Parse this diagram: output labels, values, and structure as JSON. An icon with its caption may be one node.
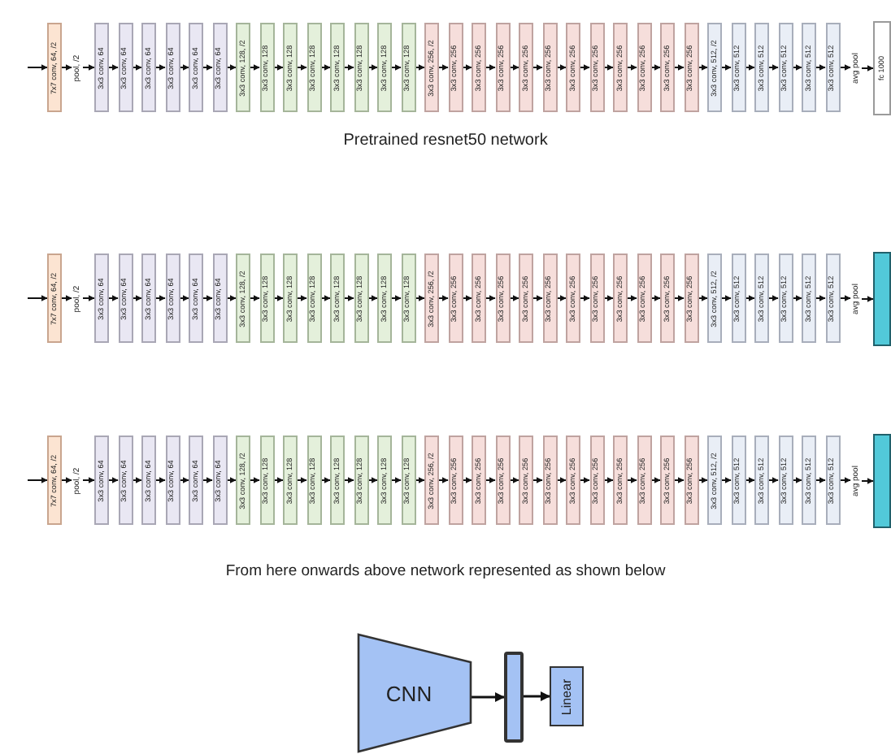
{
  "diagram": {
    "nodes": [
      {
        "text": [
          "7x7 conv, 64, /2"
        ]
      },
      {
        "text": [
          "pool, /2"
        ]
      },
      {
        "text": [
          "3x3 conv, 64"
        ]
      },
      {
        "text": [
          "3x3 conv, 64"
        ]
      },
      {
        "text": [
          "3x3 conv, 64"
        ]
      },
      {
        "text": [
          "3x3 conv, 64"
        ]
      },
      {
        "text": [
          "3x3 conv, 64"
        ]
      },
      {
        "text": [
          "3x3 conv, 64"
        ]
      },
      {
        "text": [
          "3x3 conv, 128, /2"
        ]
      },
      {
        "text": [
          "3x3 conv, 128"
        ]
      },
      {
        "text": [
          "3x3 conv, 128"
        ]
      },
      {
        "text": [
          "3x3 conv, 128"
        ]
      },
      {
        "text": [
          "3x3 conv, 128"
        ]
      },
      {
        "text": [
          "3x3 conv, 128"
        ]
      },
      {
        "text": [
          "3x3 conv, 128"
        ]
      },
      {
        "text": [
          "3x3 conv, 128"
        ]
      },
      {
        "text": [
          "3x3 conv, 256, /2"
        ]
      },
      {
        "text": [
          "3x3 conv, 256"
        ]
      },
      {
        "text": [
          "3x3 conv, 256"
        ]
      },
      {
        "text": [
          "3x3 conv, 256"
        ]
      },
      {
        "text": [
          "3x3 conv, 256"
        ]
      },
      {
        "text": [
          "3x3 conv, 256"
        ]
      },
      {
        "text": [
          "3x3 conv, 256"
        ]
      },
      {
        "text": [
          "3x3 conv, 256"
        ]
      },
      {
        "text": [
          "3x3 conv, 256"
        ]
      },
      {
        "text": [
          "3x3 conv, 256"
        ]
      },
      {
        "text": [
          "3x3 conv, 256"
        ]
      },
      {
        "text": [
          "3x3 conv, 256"
        ]
      },
      {
        "text": [
          "3x3 conv, 512, /2"
        ]
      },
      {
        "text": [
          "3x3 conv, 512"
        ]
      },
      {
        "text": [
          "3x3 conv, 512"
        ]
      },
      {
        "text": [
          "3x3 conv, 512"
        ]
      },
      {
        "text": [
          "3x3 conv, 512"
        ]
      },
      {
        "text": [
          "3x3 conv, 512"
        ]
      },
      {
        "text": [
          "avg pool"
        ]
      },
      {
        "text": [
          "fc 1000"
        ]
      },
      {
        "text": [
          "7x7 conv, 64, /2"
        ]
      },
      {
        "text": [
          "pool, /2"
        ]
      },
      {
        "text": [
          "3x3 conv, 64"
        ]
      },
      {
        "text": [
          "3x3 conv, 64"
        ]
      },
      {
        "text": [
          "3x3 conv, 64"
        ]
      },
      {
        "text": [
          "3x3 conv, 64"
        ]
      },
      {
        "text": [
          "3x3 conv, 64"
        ]
      },
      {
        "text": [
          "3x3 conv, 64"
        ]
      },
      {
        "text": [
          "3x3 conv, 128, /2"
        ]
      },
      {
        "text": [
          "3x3 conv, 128"
        ]
      },
      {
        "text": [
          "3x3 conv, 128"
        ]
      },
      {
        "text": [
          "3x3 conv, 128"
        ]
      },
      {
        "text": [
          "3x3 conv, 128"
        ]
      },
      {
        "text": [
          "3x3 conv, 128"
        ]
      },
      {
        "text": [
          "3x3 conv, 128"
        ]
      },
      {
        "text": [
          "3x3 conv, 128"
        ]
      },
      {
        "text": [
          "3x3 conv, 256, /2"
        ]
      },
      {
        "text": [
          "3x3 conv, 256"
        ]
      },
      {
        "text": [
          "3x3 conv, 256"
        ]
      },
      {
        "text": [
          "3x3 conv, 256"
        ]
      },
      {
        "text": [
          "3x3 conv, 256"
        ]
      },
      {
        "text": [
          "3x3 conv, 256"
        ]
      },
      {
        "text": [
          "3x3 conv, 256"
        ]
      },
      {
        "text": [
          "3x3 conv, 256"
        ]
      },
      {
        "text": [
          "3x3 conv, 256"
        ]
      },
      {
        "text": [
          "3x3 conv, 256"
        ]
      },
      {
        "text": [
          "3x3 conv, 256"
        ]
      },
      {
        "text": [
          "3x3 conv, 256"
        ]
      },
      {
        "text": [
          "3x3 conv, 512, /2"
        ]
      },
      {
        "text": [
          "3x3 conv, 512"
        ]
      },
      {
        "text": [
          "3x3 conv, 512"
        ]
      },
      {
        "text": [
          "3x3 conv, 512"
        ]
      },
      {
        "text": [
          "3x3 conv, 512"
        ]
      },
      {
        "text": [
          "3x3 conv, 512"
        ]
      },
      {
        "text": [
          "avg pool"
        ]
      },
      {
        "text": [],
        "shape": "box"
      },
      {
        "text": [
          "7x7 conv, 64, /2"
        ]
      },
      {
        "text": [
          "pool, /2"
        ]
      },
      {
        "text": [
          "3x3 conv, 64"
        ]
      },
      {
        "text": [
          "3x3 conv, 64"
        ]
      },
      {
        "text": [
          "3x3 conv, 64"
        ]
      },
      {
        "text": [
          "3x3 conv, 64"
        ]
      },
      {
        "text": [
          "3x3 conv, 64"
        ]
      },
      {
        "text": [
          "3x3 conv, 64"
        ]
      },
      {
        "text": [
          "3x3 conv, 128, /2"
        ]
      },
      {
        "text": [
          "3x3 conv, 128"
        ]
      },
      {
        "text": [
          "3x3 conv, 128"
        ]
      },
      {
        "text": [
          "3x3 conv, 128"
        ]
      },
      {
        "text": [
          "3x3 conv, 128"
        ]
      },
      {
        "text": [
          "3x3 conv, 128"
        ]
      },
      {
        "text": [
          "3x3 conv, 128"
        ]
      },
      {
        "text": [
          "3x3 conv, 128"
        ]
      },
      {
        "text": [
          "3x3 conv, 256, /2"
        ]
      },
      {
        "text": [
          "3x3 conv, 256"
        ]
      },
      {
        "text": [
          "3x3 conv, 256"
        ]
      },
      {
        "text": [
          "3x3 conv, 256"
        ]
      },
      {
        "text": [
          "3x3 conv, 256"
        ]
      },
      {
        "text": [
          "3x3 conv, 256"
        ]
      },
      {
        "text": [
          "3x3 conv, 256"
        ]
      },
      {
        "text": [
          "3x3 conv, 256"
        ]
      },
      {
        "text": [
          "3x3 conv, 256"
        ]
      },
      {
        "text": [
          "3x3 conv, 256"
        ]
      },
      {
        "text": [
          "3x3 conv, 256"
        ]
      },
      {
        "text": [
          "3x3 conv, 256"
        ]
      },
      {
        "text": [
          "3x3 conv, 512, /2"
        ]
      },
      {
        "text": [
          "3x3 conv, 512"
        ]
      },
      {
        "text": [
          "3x3 conv, 512"
        ]
      },
      {
        "text": [
          "3x3 conv, 512"
        ]
      },
      {
        "text": [
          "3x3 conv, 512"
        ]
      },
      {
        "text": [
          "3x3 conv, 512"
        ]
      },
      {
        "text": [
          "avg pool"
        ]
      },
      {
        "text": [],
        "shape": "box"
      },
      {
        "text": [
          "CNN"
        ]
      },
      {
        "text": [],
        "shape": "bar"
      },
      {
        "text": [
          "Linear"
        ]
      }
    ],
    "edges": [
      {
        "from": null,
        "to": 0,
        "arrow": "to"
      },
      {
        "from": 0,
        "to": 1,
        "arrow": "to"
      },
      {
        "from": 1,
        "to": 2,
        "arrow": "to"
      },
      {
        "from": 2,
        "to": 3,
        "arrow": "to"
      },
      {
        "from": 3,
        "to": 4,
        "arrow": "to"
      },
      {
        "from": 4,
        "to": 5,
        "arrow": "to"
      },
      {
        "from": 5,
        "to": 6,
        "arrow": "to"
      },
      {
        "from": 6,
        "to": 7,
        "arrow": "to"
      },
      {
        "from": 7,
        "to": 8,
        "arrow": "to"
      },
      {
        "from": 8,
        "to": 9,
        "arrow": "to"
      },
      {
        "from": 9,
        "to": 10,
        "arrow": "to"
      },
      {
        "from": 10,
        "to": 11,
        "arrow": "to"
      },
      {
        "from": 11,
        "to": 12,
        "arrow": "to"
      },
      {
        "from": 12,
        "to": 13,
        "arrow": "to"
      },
      {
        "from": 13,
        "to": 14,
        "arrow": "to"
      },
      {
        "from": 14,
        "to": 15,
        "arrow": "to"
      },
      {
        "from": 15,
        "to": 16,
        "arrow": "to"
      },
      {
        "from": 16,
        "to": 17,
        "arrow": "to"
      },
      {
        "from": 17,
        "to": 18,
        "arrow": "to"
      },
      {
        "from": 18,
        "to": 19,
        "arrow": "to"
      },
      {
        "from": 19,
        "to": 20,
        "arrow": "to"
      },
      {
        "from": 20,
        "to": 21,
        "arrow": "to"
      },
      {
        "from": 21,
        "to": 22,
        "arrow": "to"
      },
      {
        "from": 22,
        "to": 23,
        "arrow": "to"
      },
      {
        "from": 23,
        "to": 24,
        "arrow": "to"
      },
      {
        "from": 24,
        "to": 25,
        "arrow": "to"
      },
      {
        "from": 25,
        "to": 26,
        "arrow": "to"
      },
      {
        "from": 26,
        "to": 27,
        "arrow": "to"
      },
      {
        "from": 27,
        "to": 28,
        "arrow": "to"
      },
      {
        "from": 28,
        "to": 29,
        "arrow": "to"
      },
      {
        "from": 29,
        "to": 30,
        "arrow": "to"
      },
      {
        "from": 30,
        "to": 31,
        "arrow": "to"
      },
      {
        "from": 31,
        "to": 32,
        "arrow": "to"
      },
      {
        "from": 32,
        "to": 33,
        "arrow": "to"
      },
      {
        "from": 33,
        "to": 34,
        "arrow": "to"
      },
      {
        "from": 34,
        "to": 35,
        "arrow": "to"
      },
      {
        "from": null,
        "to": 36,
        "arrow": "to"
      },
      {
        "from": 36,
        "to": 37,
        "arrow": "to"
      },
      {
        "from": 37,
        "to": 38,
        "arrow": "to"
      },
      {
        "from": 38,
        "to": 39,
        "arrow": "to"
      },
      {
        "from": 39,
        "to": 40,
        "arrow": "to"
      },
      {
        "from": 40,
        "to": 41,
        "arrow": "to"
      },
      {
        "from": 41,
        "to": 42,
        "arrow": "to"
      },
      {
        "from": 42,
        "to": 43,
        "arrow": "to"
      },
      {
        "from": 43,
        "to": 44,
        "arrow": "to"
      },
      {
        "from": 44,
        "to": 45,
        "arrow": "to"
      },
      {
        "from": 45,
        "to": 46,
        "arrow": "to"
      },
      {
        "from": 46,
        "to": 47,
        "arrow": "to"
      },
      {
        "from": 47,
        "to": 48,
        "arrow": "to"
      },
      {
        "from": 48,
        "to": 49,
        "arrow": "to"
      },
      {
        "from": 49,
        "to": 50,
        "arrow": "to"
      },
      {
        "from": 50,
        "to": 51,
        "arrow": "to"
      },
      {
        "from": 51,
        "to": 52,
        "arrow": "to"
      },
      {
        "from": 52,
        "to": 53,
        "arrow": "to"
      },
      {
        "from": 53,
        "to": 54,
        "arrow": "to"
      },
      {
        "from": 54,
        "to": 55,
        "arrow": "to"
      },
      {
        "from": 55,
        "to": 56,
        "arrow": "to"
      },
      {
        "from": 56,
        "to": 57,
        "arrow": "to"
      },
      {
        "from": 57,
        "to": 58,
        "arrow": "to"
      },
      {
        "from": 58,
        "to": 59,
        "arrow": "to"
      },
      {
        "from": 59,
        "to": 60,
        "arrow": "to"
      },
      {
        "from": 60,
        "to": 61,
        "arrow": "to"
      },
      {
        "from": 61,
        "to": 62,
        "arrow": "to"
      },
      {
        "from": 62,
        "to": 63,
        "arrow": "to"
      },
      {
        "from": 63,
        "to": 64,
        "arrow": "to"
      },
      {
        "from": 64,
        "to": 65,
        "arrow": "to"
      },
      {
        "from": 65,
        "to": 66,
        "arrow": "to"
      },
      {
        "from": 66,
        "to": 67,
        "arrow": "to"
      },
      {
        "from": 67,
        "to": 68,
        "arrow": "to"
      },
      {
        "from": 68,
        "to": 69,
        "arrow": "to"
      },
      {
        "from": 69,
        "to": 70,
        "arrow": "to"
      },
      {
        "from": 70,
        "to": 71,
        "arrow": "to"
      },
      {
        "from": null,
        "to": 72,
        "arrow": "to"
      },
      {
        "from": 72,
        "to": 73,
        "arrow": "to"
      },
      {
        "from": 73,
        "to": 74,
        "arrow": "to"
      },
      {
        "from": 74,
        "to": 75,
        "arrow": "to"
      },
      {
        "from": 75,
        "to": 76,
        "arrow": "to"
      },
      {
        "from": 76,
        "to": 77,
        "arrow": "to"
      },
      {
        "from": 77,
        "to": 78,
        "arrow": "to"
      },
      {
        "from": 78,
        "to": 79,
        "arrow": "to"
      },
      {
        "from": 79,
        "to": 80,
        "arrow": "to"
      },
      {
        "from": 80,
        "to": 81,
        "arrow": "to"
      },
      {
        "from": 81,
        "to": 82,
        "arrow": "to"
      },
      {
        "from": 82,
        "to": 83,
        "arrow": "to"
      },
      {
        "from": 83,
        "to": 84,
        "arrow": "to"
      },
      {
        "from": 84,
        "to": 85,
        "arrow": "to"
      },
      {
        "from": 85,
        "to": 86,
        "arrow": "to"
      },
      {
        "from": 86,
        "to": 87,
        "arrow": "to"
      },
      {
        "from": 87,
        "to": 88,
        "arrow": "to"
      },
      {
        "from": 88,
        "to": 89,
        "arrow": "to"
      },
      {
        "from": 89,
        "to": 90,
        "arrow": "to"
      },
      {
        "from": 90,
        "to": 91,
        "arrow": "to"
      },
      {
        "from": 91,
        "to": 92,
        "arrow": "to"
      },
      {
        "from": 92,
        "to": 93,
        "arrow": "to"
      },
      {
        "from": 93,
        "to": 94,
        "arrow": "to"
      },
      {
        "from": 94,
        "to": 95,
        "arrow": "to"
      },
      {
        "from": 95,
        "to": 96,
        "arrow": "to"
      },
      {
        "from": 96,
        "to": 97,
        "arrow": "to"
      },
      {
        "from": 97,
        "to": 98,
        "arrow": "to"
      },
      {
        "from": 98,
        "to": 99,
        "arrow": "to"
      },
      {
        "from": 99,
        "to": 100,
        "arrow": "to"
      },
      {
        "from": 100,
        "to": 101,
        "arrow": "to"
      },
      {
        "from": 101,
        "to": 102,
        "arrow": "to"
      },
      {
        "from": 102,
        "to": 103,
        "arrow": "to"
      },
      {
        "from": 103,
        "to": 104,
        "arrow": "to"
      },
      {
        "from": 104,
        "to": 105,
        "arrow": "to"
      },
      {
        "from": 105,
        "to": 106,
        "arrow": "to"
      },
      {
        "from": 106,
        "to": 107,
        "arrow": "to"
      },
      {
        "from": 108,
        "to": 109,
        "arrow": "to"
      },
      {
        "from": 109,
        "to": 110,
        "arrow": "to"
      }
    ],
    "labels": [
      "Pretrained resnet50 network",
      "From here onwards above network represented as shown below"
    ]
  }
}
